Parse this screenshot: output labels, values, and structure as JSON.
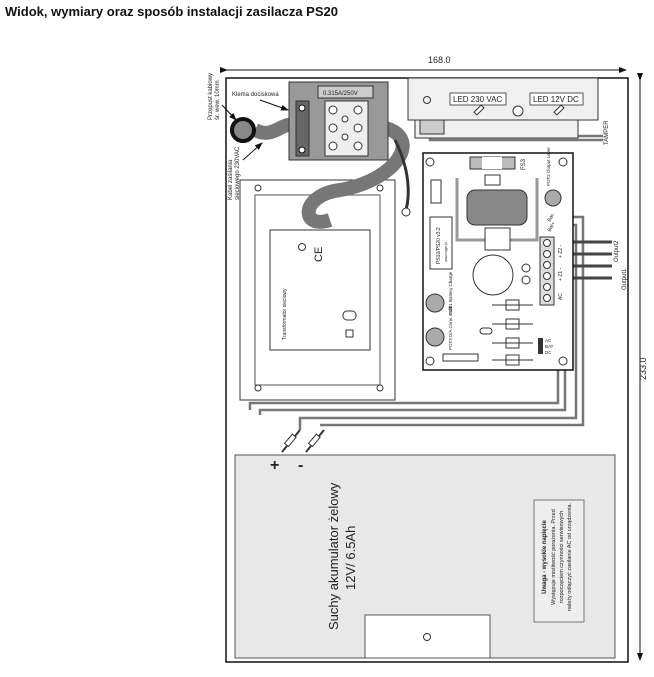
{
  "title": "Widok, wymiary oraz sposób instalacji zasilacza PS20",
  "dimensions": {
    "width": "168.0",
    "height": "233.0"
  },
  "labels": {
    "cable_gland_1": "Przepust kablowy",
    "cable_gland_2": "śr. wew. 10mm",
    "mains_cable_1": "Kabel zasilania",
    "mains_cable_2": "sieciowego 230VAC",
    "terminal": "Klema dociskowa",
    "fuse": "0.315A/250V",
    "led_230": "LED 230 VAC",
    "led_12": "LED 12V DC",
    "tamper": "TAMPER",
    "transformer": "Transformator sieciowy",
    "ce": "CE",
    "pcb_name": "PS10/PS20 v3.2",
    "pcb_url": "www.roger.pl",
    "fs3": "FS3",
    "pot2": "POT2 Output Level",
    "pot1": "POT1 Battery Charge",
    "pot3": "POT3 D/A Conv. Calib.",
    "bat_minus": "Bat-",
    "bat_plus": "Bat+",
    "z2": "+ Z2 -",
    "z1": "+ Z1 -",
    "ac": "AC",
    "output2": "Output2",
    "output1": "Output1",
    "leds": [
      "AC",
      "BAT",
      "DC"
    ],
    "battery_plus": "+",
    "battery_minus": "-",
    "battery_1": "Suchy akumulator żelowy",
    "battery_2": "12V/ 6.5Ah",
    "warn_title": "Uwaga - wysokie napięcie",
    "warn_1": "Występuje możliwość porażenia. Przed",
    "warn_2": "rozpoczęciem czynności serwisowych",
    "warn_3": "należy odłączyć zasilanie AC od urządzenia."
  },
  "colors": {
    "cable": "#777777",
    "panel": "#dcdcdc",
    "battery": "#e6e6e6"
  }
}
